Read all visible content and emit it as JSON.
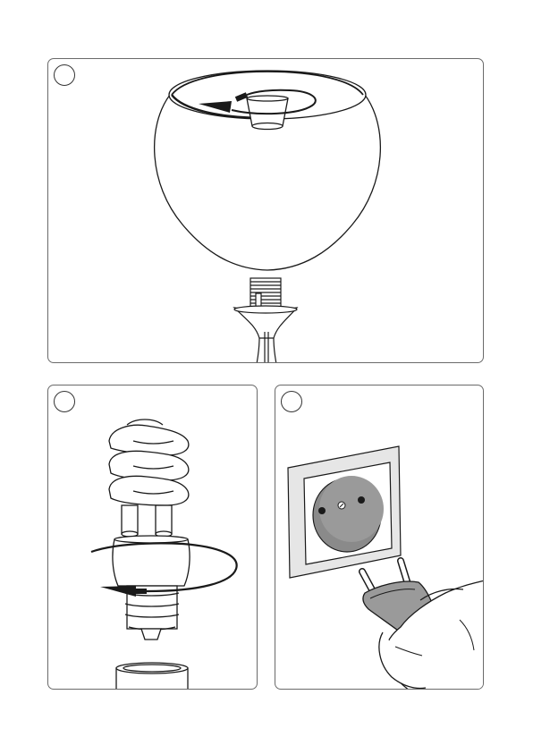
{
  "page": {
    "background": "#ffffff",
    "line_color": "#1a1a1a",
    "panel_border": "#6a6a6a",
    "wall_plate": "#e6e6e6",
    "socket_face": "#8a8a8a"
  },
  "steps": [
    {
      "number": "",
      "illustration": "lampshade-twist-off",
      "icon": "rotate-counterclockwise-arrow-icon"
    },
    {
      "number": "",
      "illustration": "cfl-bulb-screw-in",
      "icon": "rotate-clockwise-arrow-icon"
    },
    {
      "number": "",
      "illustration": "plug-into-wall-socket",
      "icon": "power-plug-icon"
    }
  ],
  "footer": {
    "mark": ""
  }
}
